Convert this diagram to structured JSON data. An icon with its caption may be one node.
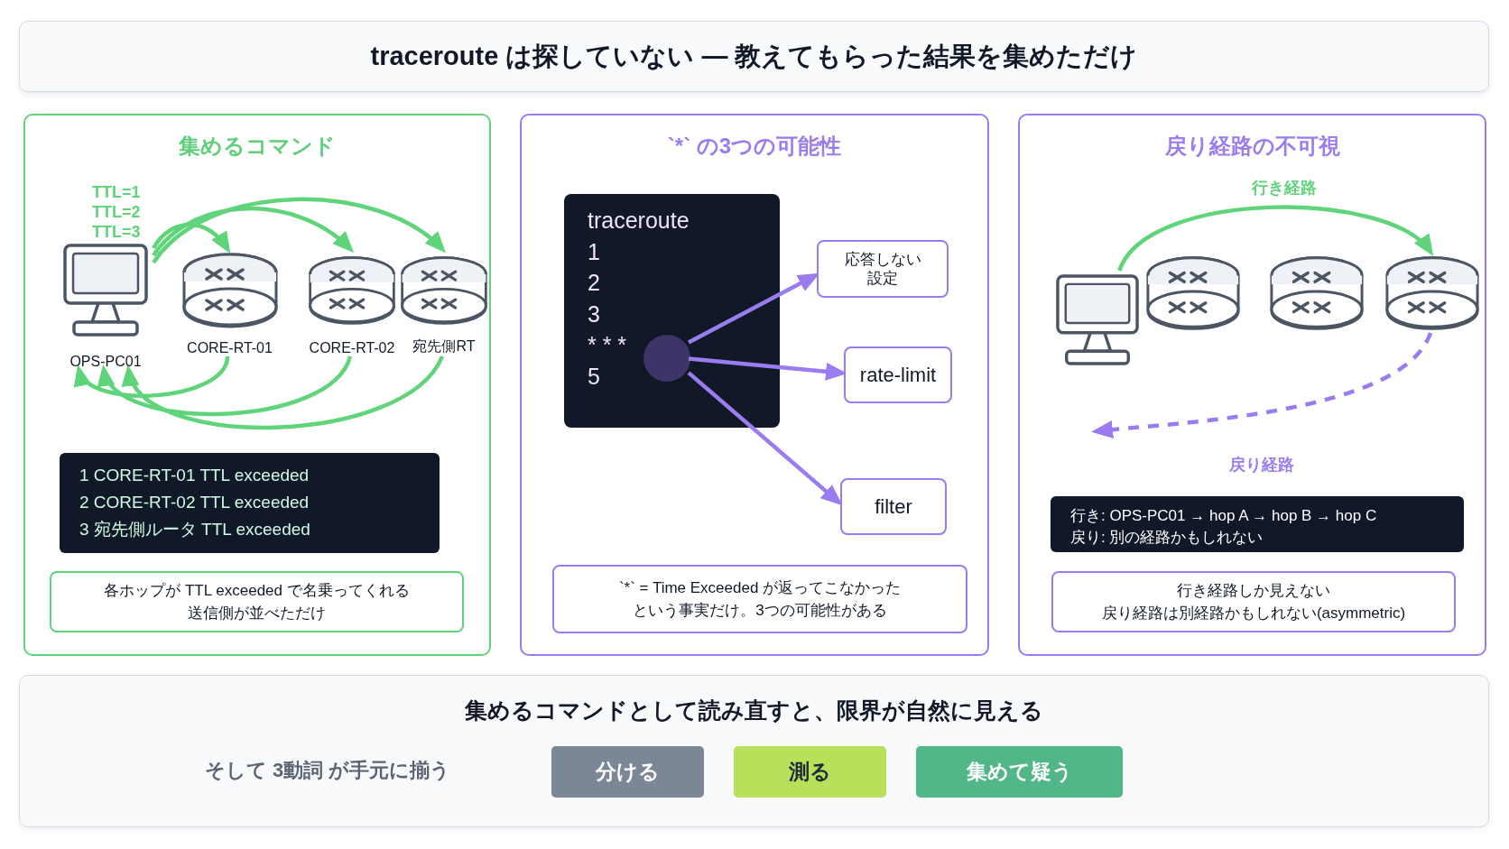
{
  "diagram": {
    "nodes": [
      {
        "text": [
          "traceroute は探していない — 教えてもらった結果を集めただけ"
        ]
      },
      {
        "text": [
          "集めるコマンド"
        ]
      },
      {
        "text": [
          "OPS-PC01"
        ],
        "in": 1
      },
      {
        "text": [
          "CORE-RT-01"
        ],
        "in": 1
      },
      {
        "text": [
          "CORE-RT-02"
        ],
        "in": 1
      },
      {
        "text": [
          "宛先側RT"
        ],
        "in": 1
      },
      {
        "text": [
          "1 CORE-RT-01 TTL exceeded",
          "2 CORE-RT-02 TTL exceeded",
          "3 宛先側ルータ TTL exceeded"
        ],
        "in": 1
      },
      {
        "text": [
          "各ホップが TTL exceeded で名乗ってくれる送信側が並べただけ"
        ],
        "in": 1
      },
      {
        "text": [
          "`*` の3つの可能性"
        ]
      },
      {
        "text": [
          "traceroute",
          "1",
          "2",
          "3",
          "* * *",
          "5"
        ],
        "in": 8
      },
      {
        "text": [],
        "shape": "circle",
        "in": 9
      },
      {
        "text": [
          "応答しない設定"
        ],
        "in": 8
      },
      {
        "text": [
          "rate-limit"
        ],
        "in": 8
      },
      {
        "text": [
          "filter"
        ],
        "in": 8
      },
      {
        "text": [
          "`*` = Time Exceeded が返ってこなかったという事実だけ。3つの可能性がある"
        ],
        "in": 8
      },
      {
        "text": [
          "戻り経路の不可視"
        ]
      },
      {
        "text": [],
        "shape": "computer",
        "in": 15
      },
      {
        "text": [],
        "shape": "cylinder",
        "in": 15
      },
      {
        "text": [],
        "shape": "cylinder",
        "in": 15
      },
      {
        "text": [],
        "shape": "cylinder",
        "in": 15
      },
      {
        "text": [
          "行き: OPS-PC01 → hop A → hop B → hop C",
          "戻り: 別の経路かもしれない"
        ],
        "in": 15
      },
      {
        "text": [
          "行き経路しか見えない",
          "戻り経路は別経路かもしれない(asymmetric)"
        ],
        "in": 15
      },
      {
        "text": [
          "集めるコマンドとして読み直すと、限界が自然に見える",
          "そして 3動詞 が手元に揃う"
        ]
      },
      {
        "text": [
          "分ける"
        ],
        "in": 22
      },
      {
        "text": [
          "測る"
        ],
        "in": 22
      },
      {
        "text": [
          "集めて疑う"
        ],
        "in": 22
      }
    ],
    "edges": [
      {
        "from": 2,
        "to": 3,
        "arrow": "to",
        "label": "TTL=1"
      },
      {
        "from": 2,
        "to": 4,
        "arrow": "to",
        "label": "TTL=2"
      },
      {
        "from": 2,
        "to": 5,
        "arrow": "to",
        "label": "TTL=3"
      },
      {
        "from": 3,
        "to": 2,
        "arrow": "to"
      },
      {
        "from": 4,
        "to": 2,
        "arrow": "to"
      },
      {
        "from": 5,
        "to": 2,
        "arrow": "to"
      },
      {
        "from": 10,
        "to": 11,
        "arrow": "to",
        "color": "#9b7cf0"
      },
      {
        "from": 10,
        "to": 12,
        "arrow": "to",
        "color": "#9b7cf0"
      },
      {
        "from": 10,
        "to": 13,
        "arrow": "to",
        "color": "#9b7cf0"
      },
      {
        "from": 16,
        "to": 19,
        "arrow": "to",
        "label": "行き経路"
      },
      {
        "from": 19,
        "to": null,
        "arrow": "to",
        "label": "戻り経路",
        "style": "dashed",
        "color": "#9b7cf0"
      }
    ]
  }
}
